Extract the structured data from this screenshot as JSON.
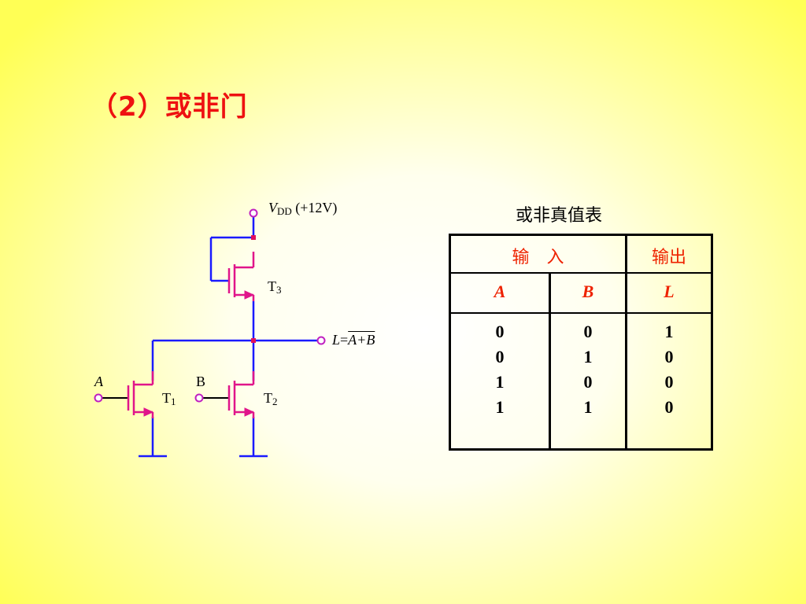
{
  "title": "（2）或非门",
  "circuit": {
    "vdd_symbol": "V",
    "vdd_sub": "DD",
    "vdd_value": " (+12V)",
    "t3": "T",
    "t3_sub": "3",
    "t1": "T",
    "t1_sub": "1",
    "t2": "T",
    "t2_sub": "2",
    "input_a": "A",
    "input_b": "B",
    "output_l": "L",
    "output_eq": "=",
    "output_expr": "A+B"
  },
  "truth_table": {
    "title": "或非真值表",
    "input_header": "输　入",
    "output_header": "输出",
    "columns": [
      "A",
      "B",
      "L"
    ],
    "col_a": [
      "0",
      "0",
      "1",
      "1"
    ],
    "col_b": [
      "0",
      "1",
      "0",
      "1"
    ],
    "col_l": [
      "1",
      "0",
      "0",
      "0"
    ]
  },
  "colors": {
    "wire": "#1a1aff",
    "transistor": "#e0158a",
    "title": "#ee1111",
    "header": "#ee2200"
  }
}
